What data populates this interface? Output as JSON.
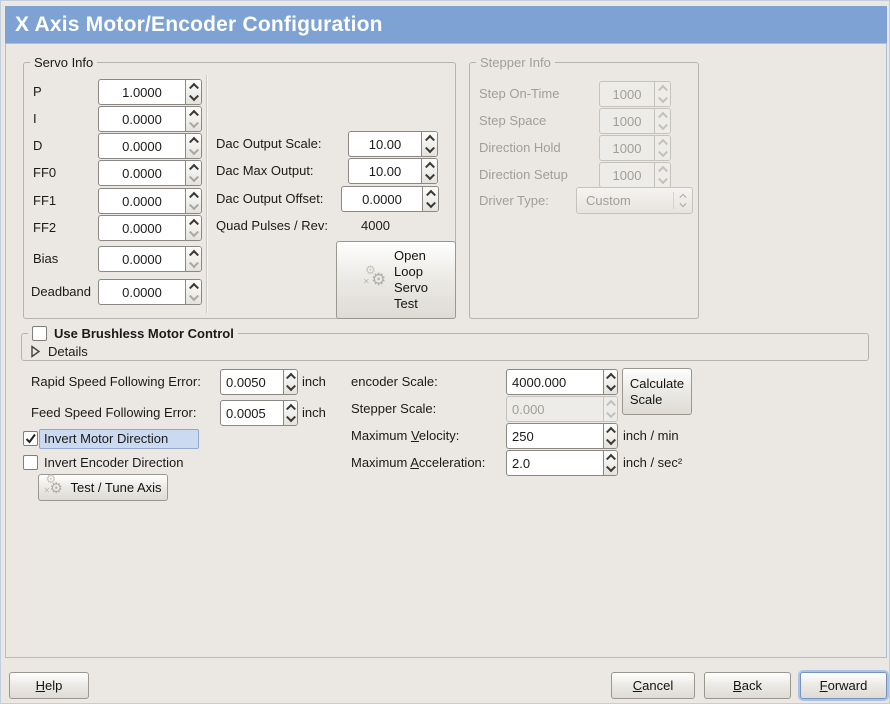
{
  "window": {
    "title": "X Axis Motor/Encoder Configuration"
  },
  "servo_info": {
    "title": "Servo Info",
    "rows": [
      {
        "label": "P",
        "value": "1.0000"
      },
      {
        "label": "I",
        "value": "0.0000"
      },
      {
        "label": "D",
        "value": "0.0000"
      },
      {
        "label": "FF0",
        "value": "0.0000"
      },
      {
        "label": "FF1",
        "value": "0.0000"
      },
      {
        "label": "FF2",
        "value": "0.0000"
      },
      {
        "label": "Bias",
        "value": "0.0000"
      },
      {
        "label": "Deadband",
        "value": "0.0000"
      }
    ],
    "dac_rows": [
      {
        "label": "Dac Output Scale:",
        "value": "10.00"
      },
      {
        "label": "Dac Max Output:",
        "value": "10.00"
      },
      {
        "label": "Dac Output Offset:",
        "value": "0.0000"
      }
    ],
    "quad_label": "Quad Pulses / Rev:",
    "quad_value": "4000",
    "open_loop_button": "Open\nLoop\nServo\nTest"
  },
  "stepper_info": {
    "title": "Stepper Info",
    "rows": [
      {
        "label": "Step On-Time",
        "value": "1000"
      },
      {
        "label": "Step Space",
        "value": "1000"
      },
      {
        "label": "Direction Hold",
        "value": "1000"
      },
      {
        "label": "Direction Setup",
        "value": "1000"
      }
    ],
    "driver_type_label": "Driver Type:",
    "driver_type_value": "Custom"
  },
  "brushless": {
    "checkbox_label": "Use Brushless Motor Control",
    "details_label": "Details"
  },
  "following_error": {
    "rapid_label": "Rapid Speed Following Error:",
    "rapid_value": "0.0050",
    "rapid_unit": "inch",
    "feed_label": "Feed Speed Following Error:",
    "feed_value": "0.0005",
    "feed_unit": "inch"
  },
  "direction": {
    "invert_motor_label": "Invert Motor Direction",
    "invert_encoder_label": "Invert Encoder Direction",
    "test_tune_button": "Test / Tune Axis"
  },
  "scaling": {
    "encoder_label": "encoder Scale:",
    "encoder_value": "4000.000",
    "calculate_button": "Calculate\nScale",
    "stepper_label": "Stepper Scale:",
    "stepper_value": "0.000",
    "velocity_label": {
      "pre": "Maximum ",
      "mn": "V",
      "rest": "elocity:"
    },
    "velocity_value": "250",
    "velocity_unit": "inch / min",
    "accel_label": {
      "pre": "Maximum ",
      "mn": "A",
      "rest": "cceleration:"
    },
    "accel_value": "2.0",
    "accel_unit": "inch / sec²"
  },
  "buttons": {
    "help": {
      "mn": "H",
      "rest": "elp"
    },
    "cancel": {
      "mn": "C",
      "rest": "ancel"
    },
    "back": {
      "mn": "B",
      "rest": "ack"
    },
    "forward": {
      "mn": "F",
      "rest": "orward"
    }
  },
  "icons": {
    "gears": "⚙",
    "expander": "right-triangle"
  },
  "colors": {
    "titlebar": "#7da2d3",
    "focus_highlight": "#ccdaf1",
    "disabled_text": "#a19e98",
    "content_border": "#a9bedb"
  }
}
